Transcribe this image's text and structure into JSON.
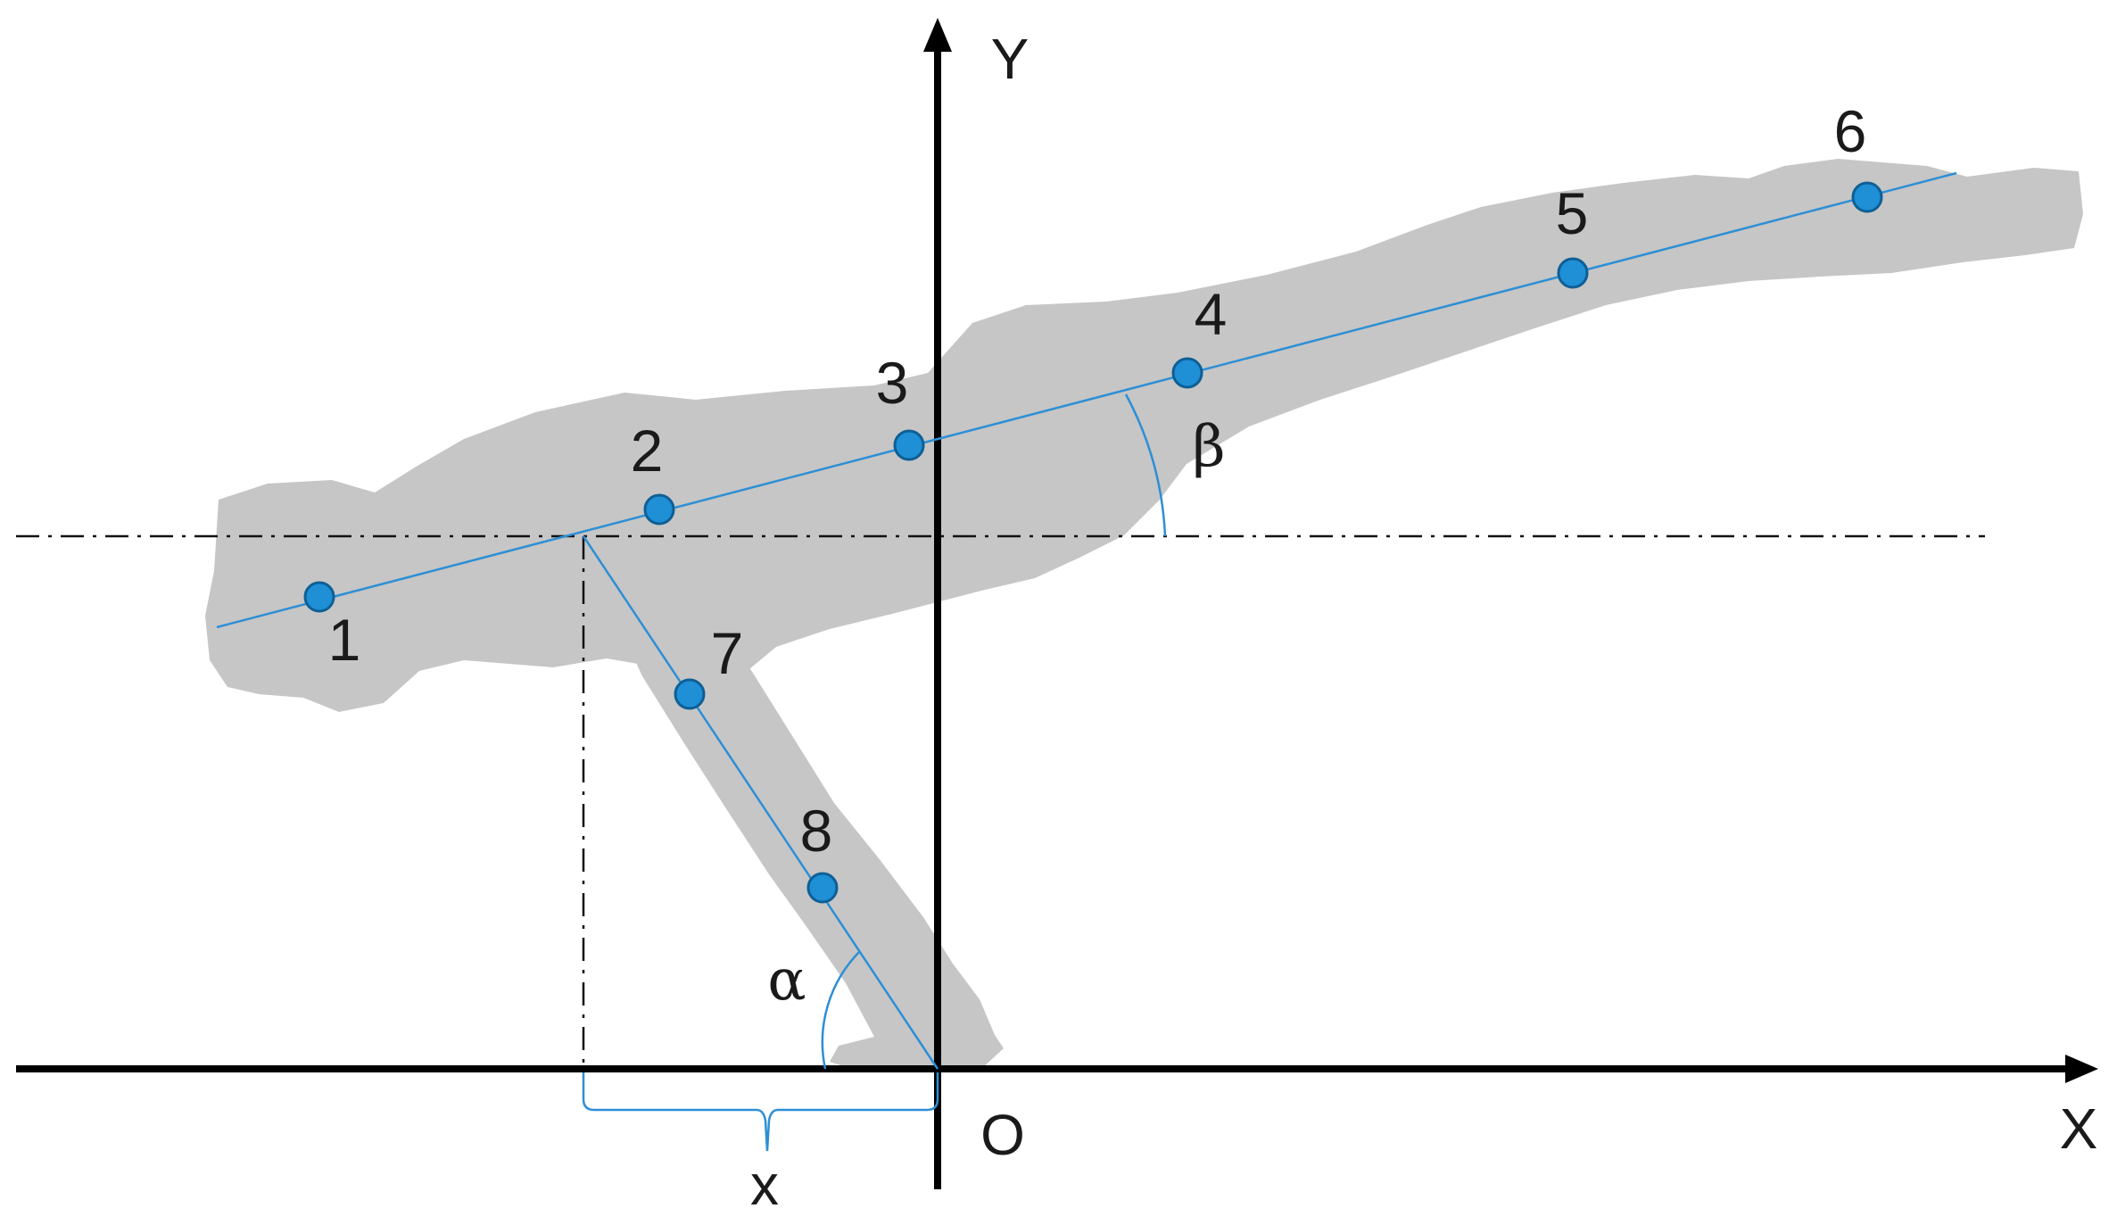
{
  "colors": {
    "silhouette": "#c6c6c6",
    "accent": "#2d8fd5",
    "point_fill": "#1f8fd6",
    "axis": "#000000",
    "text": "#1a1a1a"
  },
  "axes": {
    "x_label": "X",
    "y_label": "Y",
    "origin_label": "O"
  },
  "points": [
    {
      "label": "1"
    },
    {
      "label": "2"
    },
    {
      "label": "3"
    },
    {
      "label": "4"
    },
    {
      "label": "5"
    },
    {
      "label": "6"
    },
    {
      "label": "7"
    },
    {
      "label": "8"
    }
  ],
  "angles": {
    "alpha": "α",
    "beta": "β"
  },
  "distance_label": "x"
}
